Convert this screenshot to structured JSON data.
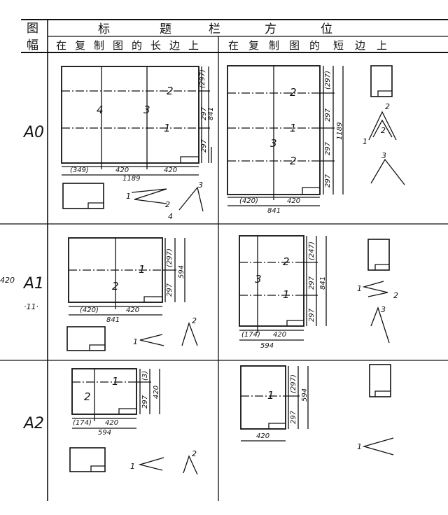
{
  "header": {
    "col1_top": "图",
    "col1_bottom": "幅",
    "title_chars": [
      "标",
      "题",
      "栏",
      "方",
      "位"
    ],
    "sub_long": [
      "在",
      "复",
      "制",
      "图",
      "的",
      "长",
      "边",
      "上"
    ],
    "sub_short": [
      "在",
      "复",
      "制",
      "图",
      "的",
      "短",
      "边",
      "上"
    ]
  },
  "rows": [
    {
      "label": "A0"
    },
    {
      "label": "A1"
    },
    {
      "label": "A2"
    }
  ],
  "margin_notes": {
    "n420": "420",
    "n11": "·11·"
  },
  "a0_long": {
    "fold_labels": [
      "4",
      "3",
      "2",
      "1"
    ],
    "dims_right": [
      "(297)",
      "297",
      "841",
      "297"
    ],
    "dims_bottom": [
      "(349)",
      "420",
      "420",
      "1189"
    ],
    "seq": [
      "1",
      "2",
      "3",
      "4"
    ]
  },
  "a0_short": {
    "fold_labels": [
      "2",
      "1",
      "2",
      "3"
    ],
    "dims_right": [
      "(297)",
      "297",
      "297",
      "297",
      "1189"
    ],
    "dims_bottom": [
      "(420)",
      "420",
      "841"
    ],
    "seq": [
      "1",
      "2",
      "2",
      "3"
    ]
  },
  "a1_long": {
    "fold_labels": [
      "1",
      "2"
    ],
    "dims_right": [
      "(297)",
      "297",
      "594"
    ],
    "dims_bottom": [
      "(420)",
      "420",
      "841"
    ],
    "seq": [
      "1",
      "2"
    ]
  },
  "a1_short": {
    "fold_labels": [
      "2",
      "1",
      "3"
    ],
    "dims_right": [
      "(247)",
      "297",
      "297",
      "841"
    ],
    "dims_bottom": [
      "(174)",
      "420",
      "594"
    ],
    "seq": [
      "1",
      "2",
      "3"
    ]
  },
  "a2_long": {
    "fold_labels": [
      "1",
      "2"
    ],
    "dims_right": [
      "(3)",
      "297",
      "420"
    ],
    "dims_bottom": [
      "(174)",
      "420",
      "594"
    ],
    "seq": [
      "1",
      "2"
    ]
  },
  "a2_short": {
    "fold_labels": [
      "1"
    ],
    "dims_right": [
      "(297)",
      "297",
      "594"
    ],
    "dims_bottom": [
      "420"
    ],
    "seq": [
      "1"
    ]
  }
}
